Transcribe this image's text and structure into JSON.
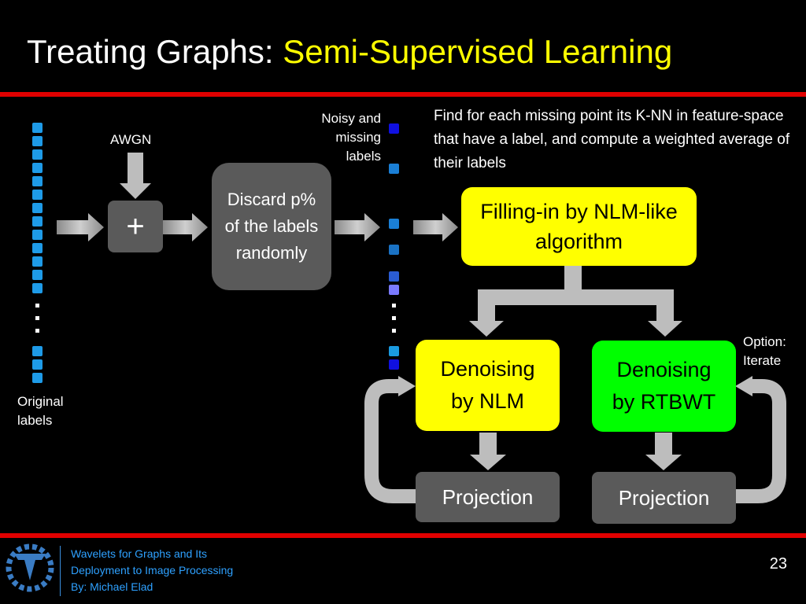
{
  "slide": {
    "title_prefix": "Treating Graphs: ",
    "title_highlight": "Semi-Supervised Learning",
    "page_number": "23",
    "colors": {
      "accent_red": "#e00000",
      "highlight_yellow": "#ffff00",
      "highlight_green": "#00ff00",
      "box_gray": "#5a5a5a"
    }
  },
  "diagram": {
    "awgn_label": "AWGN",
    "plus_symbol": "+",
    "discard_label": "Discard p% of the labels randomly",
    "noisy_label": "Noisy and missing labels",
    "original_label": "Original labels",
    "knn_description": "Find for each missing point its K-NN in feature-space that have a label, and compute a weighted average of their labels",
    "filling_label": "Filling-in by NLM-like algorithm",
    "denoise_nlm_label": "Denoising by NLM",
    "denoise_rtbwt_label": "Denoising by RTBWT",
    "projection_left_label": "Projection",
    "projection_right_label": "Projection",
    "option_label": "Option: Iterate",
    "ellipsis_original": "⋮",
    "ellipsis_noisy": "⋮"
  },
  "footer": {
    "line1": "Wavelets for Graphs and Its",
    "line2": "Deployment to Image Processing",
    "line3": "By: Michael Elad"
  },
  "logo_icon": "technion-logo-icon"
}
